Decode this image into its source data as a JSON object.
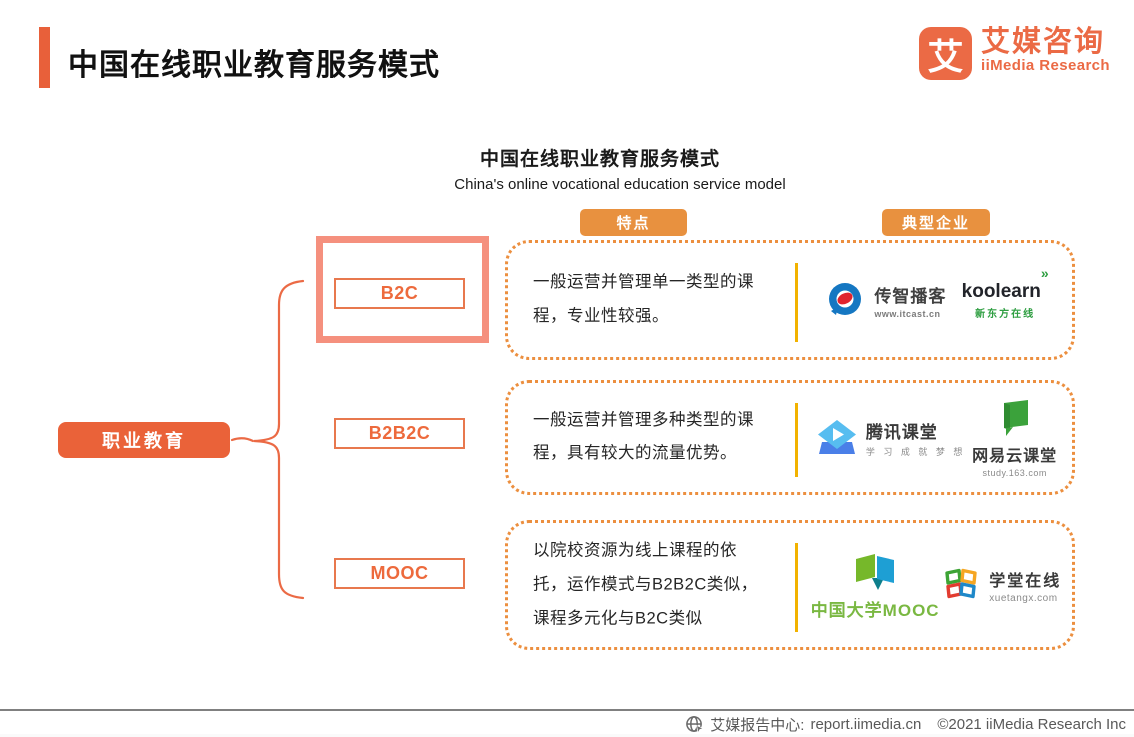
{
  "colors": {
    "accent_orange": "#E8603A",
    "badge_orange": "#E8913F",
    "model_orange": "#ED6A3C",
    "highlight_salmon": "#F5907E",
    "divider_gold": "#F2B200"
  },
  "header": {
    "title": "中国在线职业教育服务模式",
    "logo_glyph": "艾",
    "logo_cn": "艾媒咨询",
    "logo_en": "iiMedia Research"
  },
  "diagram": {
    "title": "中国在线职业教育服务模式",
    "subtitle": "China's online vocational education service model",
    "col_features": "特点",
    "col_companies": "典型企业",
    "root_label": "职业教育",
    "rows": [
      {
        "model": "B2C",
        "description": "一般运营并管理单一类型的课\n程，专业性较强。",
        "companies": [
          {
            "name": "传智播客",
            "caption": "www.itcast.cn"
          },
          {
            "name": "koolearn",
            "caption": "新东方在线"
          }
        ]
      },
      {
        "model": "B2B2C",
        "description": "一般运营并管理多种类型的课\n程，具有较大的流量优势。",
        "companies": [
          {
            "name": "腾讯课堂",
            "caption": "学 习 成 就 梦 想"
          },
          {
            "name": "网易云课堂",
            "caption": "study.163.com"
          }
        ]
      },
      {
        "model": "MOOC",
        "description": "以院校资源为线上课程的依\n托，运作模式与B2B2C类似，\n课程多元化与B2C类似",
        "companies": [
          {
            "name": "中国大学MOOC",
            "caption": ""
          },
          {
            "name": "学堂在线",
            "caption": "xuetangx.com"
          }
        ]
      }
    ]
  },
  "footer": {
    "center_label": "艾媒报告中心:",
    "url": "report.iimedia.cn",
    "copyright": "©2021  iiMedia Research  Inc"
  }
}
